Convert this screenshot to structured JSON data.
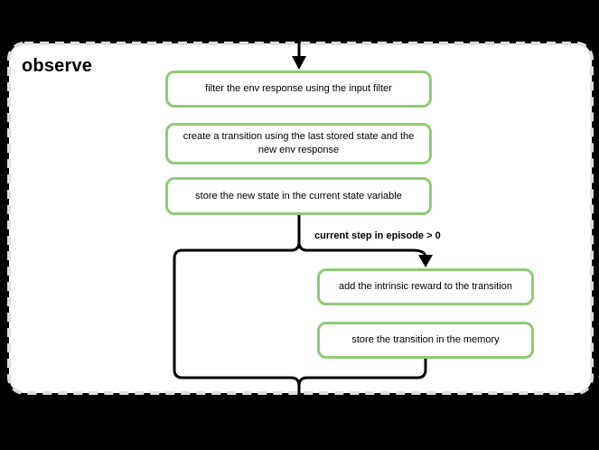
{
  "diagram": {
    "title": "observe",
    "condition_label": "current step in episode > 0",
    "nodes": [
      {
        "id": "filter-env-response",
        "lines": [
          "filter the env response using the input filter"
        ]
      },
      {
        "id": "create-transition",
        "lines": [
          "create a transition using the last stored state and the",
          "new env response"
        ]
      },
      {
        "id": "store-new-state",
        "lines": [
          "store the new state in the current state variable"
        ]
      },
      {
        "id": "add-intrinsic-reward",
        "lines": [
          "add the intrinsic reward to the transition"
        ]
      },
      {
        "id": "store-transition",
        "lines": [
          "store the transition in the memory"
        ]
      }
    ]
  },
  "colors": {
    "background": "#000000",
    "container_fill": "#ffffff",
    "container_border": "#dedede",
    "box_border": "#93c97a",
    "line": "#000000",
    "text": "#000000"
  }
}
